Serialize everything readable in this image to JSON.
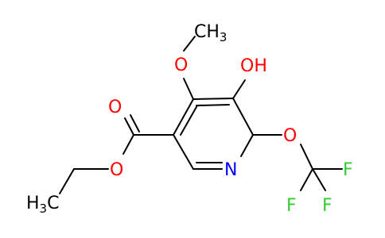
{
  "molecule": {
    "atom_labels": {
      "methyl_top": {
        "main": "CH",
        "sub": "3"
      },
      "methoxy_o": "O",
      "hydroxyl": "OH",
      "carbonyl_o": "O",
      "ester_o": "O",
      "ring_n": "N",
      "ether_o": "O",
      "f_top": "F",
      "f_left": "F",
      "f_right": "F",
      "ethyl_ch3": {
        "main": "H",
        "sub": "3",
        "tail": "C"
      }
    },
    "colors": {
      "bond": "#000000",
      "oxygen": "#ff0000",
      "nitrogen": "#0000ff",
      "fluorine": "#33cc33",
      "carbon": "#000000"
    }
  }
}
